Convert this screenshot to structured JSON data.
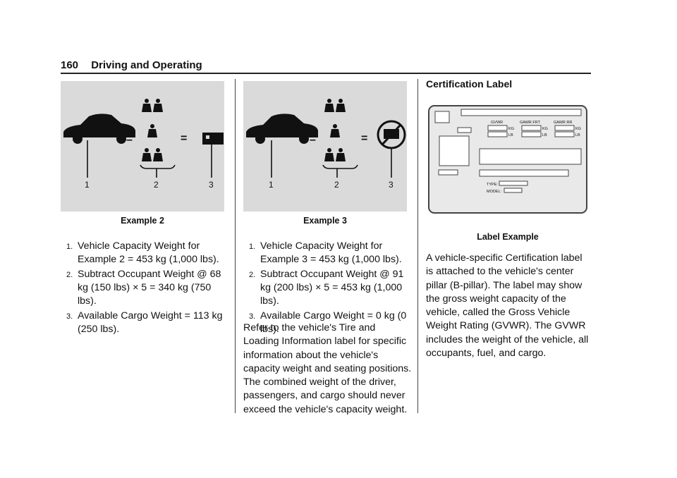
{
  "header": {
    "page_number": "160",
    "section_title": "Driving and Operating"
  },
  "col1": {
    "figure_callouts": [
      "1",
      "2",
      "3"
    ],
    "figure_operators": [
      "–",
      "="
    ],
    "caption": "Example 2",
    "items": [
      {
        "num": "1.",
        "text": "Vehicle Capacity Weight for Example 2 = 453 kg (1,000 lbs)."
      },
      {
        "num": "2.",
        "text": "Subtract Occupant Weight @ 68 kg (150 lbs) × 5 = 340 kg (750 lbs)."
      },
      {
        "num": "3.",
        "text": "Available Cargo Weight = 113 kg (250 lbs)."
      }
    ]
  },
  "col2": {
    "figure_callouts": [
      "1",
      "2",
      "3"
    ],
    "figure_operators": [
      "–",
      "="
    ],
    "caption": "Example 3",
    "items": [
      {
        "num": "1.",
        "text": "Vehicle Capacity Weight for Example 3 = 453 kg (1,000 lbs)."
      },
      {
        "num": "2.",
        "text": "Subtract Occupant Weight @ 91 kg (200 lbs) × 5 = 453 kg (1,000 lbs)."
      },
      {
        "num": "3.",
        "text": "Available Cargo Weight = 0 kg (0 lbs)."
      }
    ],
    "paragraph": "Refer to the vehicle's Tire and Loading Information label for specific information about the vehicle's capacity weight and seating positions. The combined weight of the driver, passengers, and cargo should never exceed the vehicle's capacity weight."
  },
  "col3": {
    "heading": "Certification Label",
    "label": {
      "gvwr": "GVWR",
      "gawr_frt": "GAWR FRT",
      "gawr_rr": "GAWR RR",
      "kg": "KG",
      "lb": "LB",
      "type": "TYPE:",
      "model": "MODEL:"
    },
    "caption": "Label Example",
    "paragraph": "A vehicle-specific Certification label is attached to the vehicle's center pillar (B-pillar). The label may show the gross weight capacity of the vehicle, called the Gross Vehicle Weight Rating (GVWR). The GVWR includes the weight of the vehicle, all occupants, fuel, and cargo."
  }
}
